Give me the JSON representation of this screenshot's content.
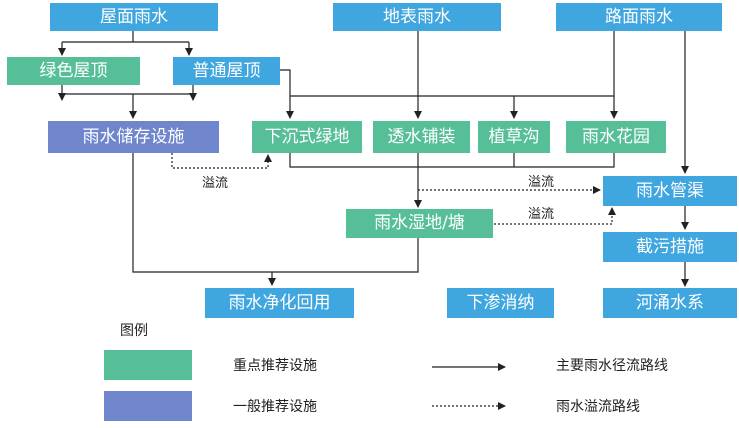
{
  "nodes": {
    "roof_rain": "屋面雨水",
    "surface_rain": "地表雨水",
    "road_rain": "路面雨水",
    "green_roof": "绿色屋顶",
    "normal_roof": "普通屋顶",
    "rain_storage": "雨水储存设施",
    "sunken_green": "下沉式绿地",
    "permeable_pavement": "透水铺装",
    "grass_swale": "植草沟",
    "rain_garden": "雨水花园",
    "rain_channel": "雨水管渠",
    "wetland_pond": "雨水湿地/塘",
    "interception": "截污措施",
    "purify_reuse": "雨水净化回用",
    "infiltration": "下渗消纳",
    "river_system": "河涌水系"
  },
  "overflow_labels": [
    "溢流",
    "溢流",
    "溢流"
  ],
  "legend": {
    "title": "图例",
    "key_facility": "重点推荐设施",
    "general_facility": "一般推荐设施",
    "main_runoff": "主要雨水径流路线",
    "overflow_route": "雨水溢流路线"
  },
  "colors": {
    "source_blue": "#3fa6df",
    "key_green": "#56bf98",
    "general_purple": "#6f86cc",
    "line": "#222222"
  }
}
